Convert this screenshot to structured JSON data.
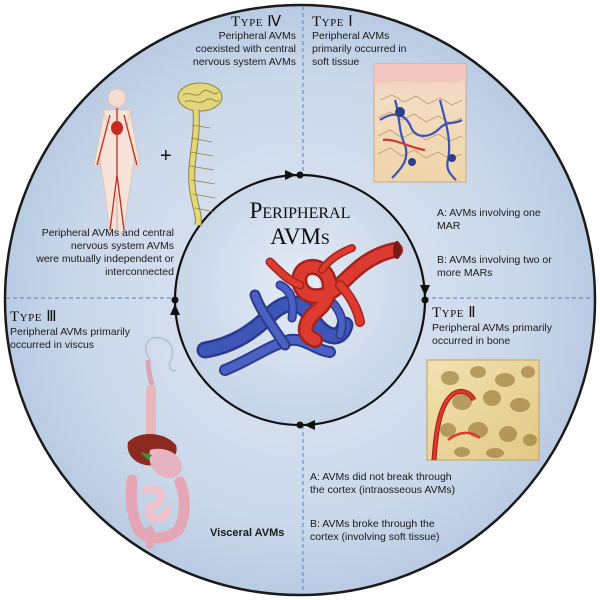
{
  "center": {
    "title_line1": "Peripheral",
    "title_line2": "AVMs"
  },
  "type1": {
    "title": "Type Ⅰ",
    "description_lines": [
      "Peripheral AVMs",
      "primarily occurred in",
      "soft tissue"
    ],
    "item_a": [
      "A:  AVMs involving one",
      "MAR"
    ],
    "item_b": [
      "B:  AVMs involving two or",
      "more MARs"
    ]
  },
  "type2": {
    "title": "Type Ⅱ",
    "description_lines": [
      "Peripheral AVMs primarily",
      "occurred in bone"
    ],
    "item_a": [
      "A:   AVMs did not break through",
      "the cortex (intraosseous AVMs)"
    ],
    "item_b": [
      "B:  AVMs broke through the",
      "cortex (involving soft tissue)"
    ]
  },
  "type3": {
    "title": "Type Ⅲ",
    "description_lines": [
      "Peripheral AVMs primarily",
      "occurred in viscus"
    ],
    "caption": "Visceral AVMs"
  },
  "type4": {
    "title": "Type Ⅳ",
    "description_lines": [
      "Peripheral AVMs",
      "coexisted with central",
      "nervous system AVMs"
    ],
    "plus": "+",
    "relation_lines": [
      "Peripheral AVMs and central",
      "nervous system AVMs",
      "were mutually independent or",
      "interconnected"
    ]
  },
  "colors": {
    "background_blue": "#c9d7ea",
    "circle_outline": "#1b1b1b",
    "divider_blue": "#6f8fc0",
    "artery_red": "#d8382e",
    "vein_blue": "#3a4fb0"
  }
}
